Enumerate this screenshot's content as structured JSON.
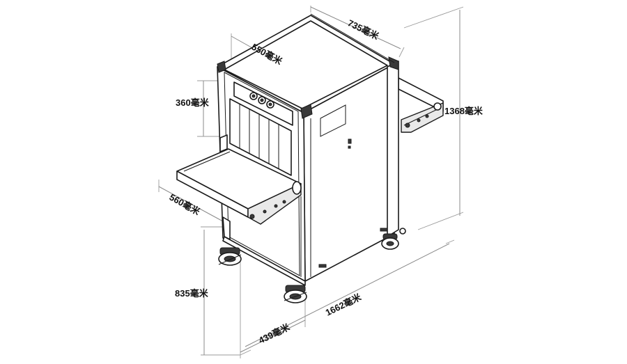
{
  "dimensions": {
    "depth_top": "735毫米",
    "width_top": "550毫米",
    "tunnel_height": "360毫米",
    "total_height": "1368毫米",
    "tunnel_width": "560毫米",
    "conveyor_height": "835毫米",
    "front_depth": "439毫米",
    "total_length": "1662毫米"
  }
}
